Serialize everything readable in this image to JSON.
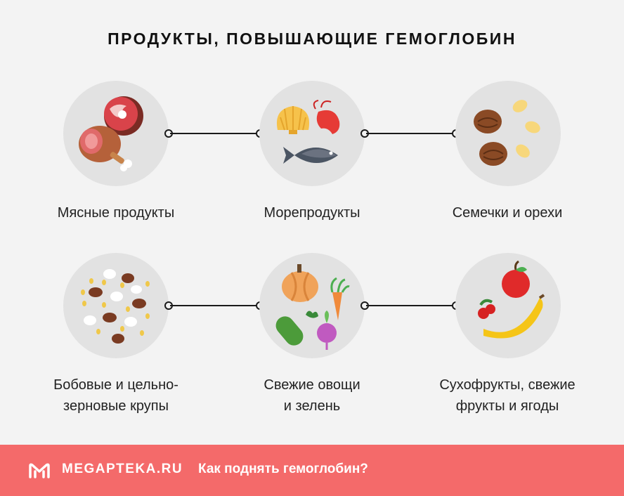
{
  "title": "ПРОДУКТЫ, ПОВЫШАЮЩИЕ ГЕМОГЛОБИН",
  "items": [
    {
      "label_line1": "Мясные продукты",
      "label_line2": "",
      "icon": "meat-icon"
    },
    {
      "label_line1": "Морепродукты",
      "label_line2": "",
      "icon": "seafood-icon"
    },
    {
      "label_line1": "Семечки и орехи",
      "label_line2": "",
      "icon": "nuts-seeds-icon"
    },
    {
      "label_line1": "Бобовые и цельно-",
      "label_line2": "зерновые крупы",
      "icon": "legumes-grains-icon"
    },
    {
      "label_line1": "Свежие овощи",
      "label_line2": "и зелень",
      "icon": "vegetables-icon"
    },
    {
      "label_line1": "Сухофрукты, свежие",
      "label_line2": "фрукты и ягоды",
      "icon": "fruits-berries-icon"
    }
  ],
  "footer": {
    "brand": "MEGAPTEKA.RU",
    "link": "Как поднять гемоглобин?"
  },
  "colors": {
    "background": "#f3f3f3",
    "circle": "#e2e2e2",
    "footer": "#f46a6a"
  }
}
